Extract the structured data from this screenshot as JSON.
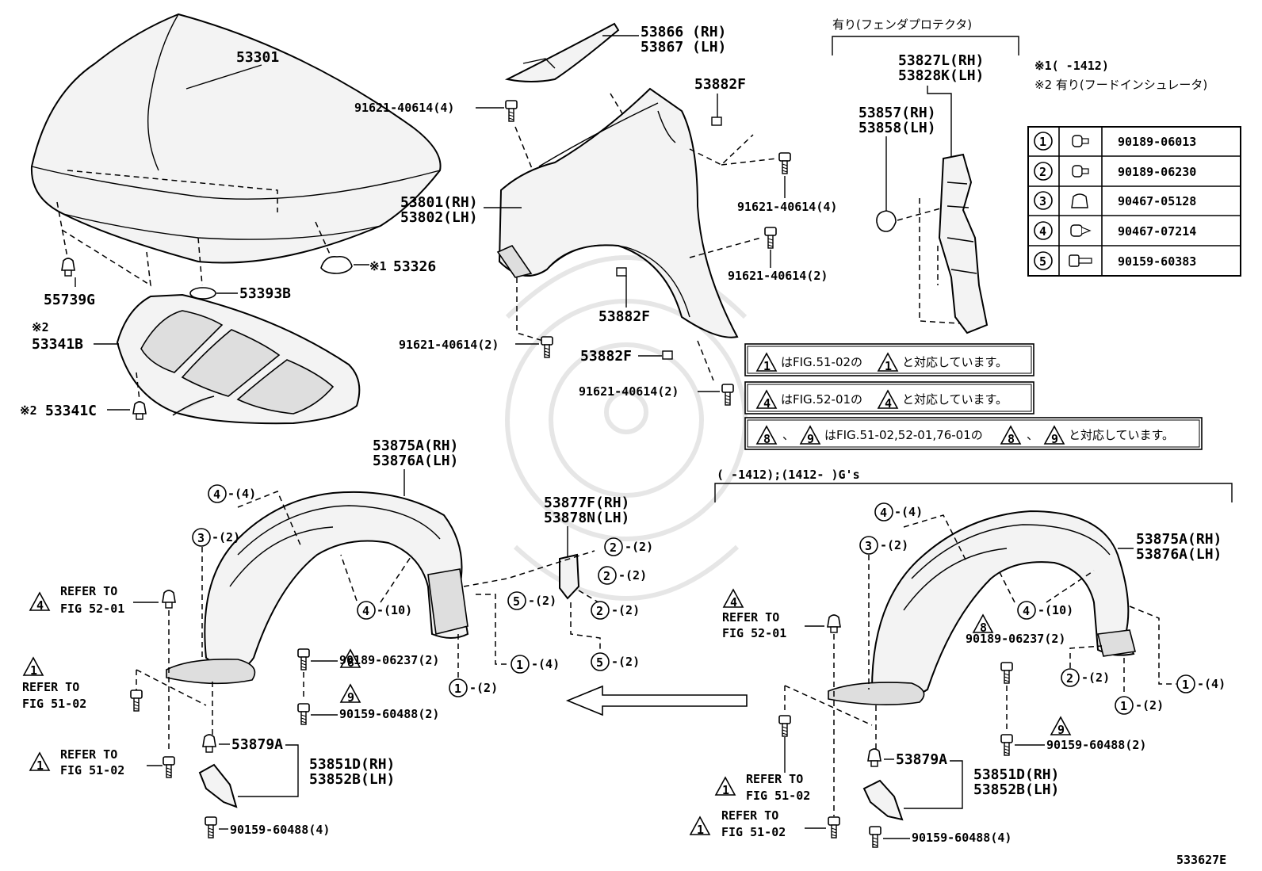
{
  "parts": {
    "hood": "53301",
    "hood_bumper": "55739G",
    "seal": "53393B",
    "hood_clip": "53326",
    "hood_clip_mark": "※1",
    "insulator_mark": "※2",
    "insulator": "53341B",
    "insulator_clip": "53341C",
    "seal_rh": "53866 (RH)",
    "seal_lh": "53867 (LH)",
    "bolt_top": "91621-40614(4)",
    "fender_rh": "53801(RH)",
    "fender_lh": "53802(LH)",
    "clip_top": "53882F",
    "bolt_right_top": "91621-40614(4)",
    "bolt_right_mid": "91621-40614(2)",
    "clip_mid": "53882F",
    "bolt_left_low": "91621-40614(2)",
    "clip_low": "53882F",
    "bolt_bottom": "91621-40614(2)",
    "protector_header": "有り(フェンダプロテクタ)",
    "protector_rh": "53827L(RH)",
    "protector_lh": "53828K(LH)",
    "pad_rh": "53857(RH)",
    "pad_lh": "53858(LH)",
    "note1": "※1(    -1412)",
    "note2": "※2 有り(フードインシュレータ)"
  },
  "fastener_table": [
    {
      "num": "1",
      "part": "90189-06013"
    },
    {
      "num": "2",
      "part": "90189-06230"
    },
    {
      "num": "3",
      "part": "90467-05128"
    },
    {
      "num": "4",
      "part": "90467-07214"
    },
    {
      "num": "5",
      "part": "90159-60383"
    }
  ],
  "notes": {
    "n1_mid": "はFIG.51-02の",
    "n1_end": "と対応しています。",
    "n1_sym": "1",
    "n4_mid": "はFIG.52-01の",
    "n4_end": "と対応しています。",
    "n4_sym": "4",
    "n89_sep": "、",
    "n89_mid": "はFIG.51-02,52-01,76-01の",
    "n89_end": "と対応しています。",
    "n8": "8",
    "n9": "9"
  },
  "liner_left": {
    "rh": "53875A(RH)",
    "lh": "53876A(LH)",
    "q4_top": "-(4)",
    "q3": "-(2)",
    "q4_mid": "-(10)",
    "bracket_rh": "53877F(RH)",
    "bracket_lh": "53878N(LH)",
    "q2_a": "-(2)",
    "q2_b": "-(2)",
    "q5_a": "-(2)",
    "q2_c": "-(2)",
    "q5_b": "-(2)",
    "q1_a": "-(4)",
    "q1_b": "-(2)",
    "ref4_line1": "REFER TO",
    "ref4_line2": "FIG 52-01",
    "ref1_a_line1": "REFER TO",
    "ref1_a_line2": "FIG 51-02",
    "ref1_b_line1": "REFER TO",
    "ref1_b_line2": "FIG 51-02",
    "screw8": "90189-06237(2)",
    "screw9": "90159-60488(2)",
    "clip79": "53879A",
    "stay_rh": "53851D(RH)",
    "stay_lh": "53852B(LH)",
    "screw_bottom": "90159-60488(4)"
  },
  "liner_right": {
    "header": "(    -1412);(1412-    )G's",
    "rh": "53875A(RH)",
    "lh": "53876A(LH)",
    "q4_top": "-(4)",
    "q3": "-(2)",
    "q4_mid": "-(10)",
    "q2": "-(2)",
    "q1_a": "-(4)",
    "q1_b": "-(2)",
    "ref4_line1": "REFER TO",
    "ref4_line2": "FIG 52-01",
    "ref1_a_line1": "REFER TO",
    "ref1_a_line2": "FIG 51-02",
    "ref1_b_line1": "REFER TO",
    "ref1_b_line2": "FIG 51-02",
    "screw8": "90189-06237(2)",
    "screw9": "90159-60488(2)",
    "clip79": "53879A",
    "stay_rh": "53851D(RH)",
    "stay_lh": "53852B(LH)",
    "screw_bottom": "90159-60488(4)"
  },
  "diagram_code": "533627E"
}
